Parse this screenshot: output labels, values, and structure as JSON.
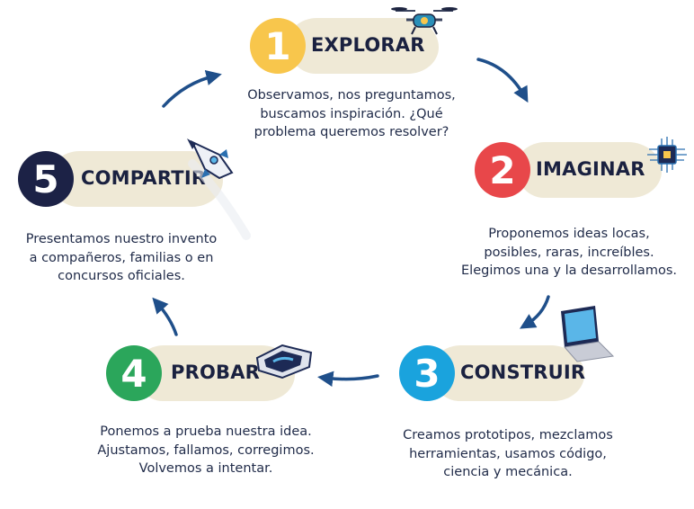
{
  "steps": [
    {
      "number": "1",
      "title": "EXPLORAR",
      "color": "#f8c64c",
      "icon": "drone-icon",
      "lines": [
        "Observamos, nos preguntamos,",
        "buscamos inspiración. ¿Qué",
        "problema queremos resolver?"
      ]
    },
    {
      "number": "2",
      "title": "IMAGINAR",
      "color": "#e8474a",
      "icon": "microchip-icon",
      "lines": [
        "Proponemos ideas locas,",
        "posibles, raras, increíbles.",
        "Elegimos una y la desarrollamos."
      ]
    },
    {
      "number": "3",
      "title": "CONSTRUIR",
      "color": "#1aa3dd",
      "icon": "laptop-icon",
      "lines": [
        "Creamos prototipos, mezclamos",
        "herramientas, usamos código,",
        "ciencia y mecánica."
      ]
    },
    {
      "number": "4",
      "title": "PROBAR",
      "color": "#2ba65b",
      "icon": "vr-headset-icon",
      "lines": [
        "Ponemos a prueba nuestra idea.",
        "Ajustamos, fallamos, corregimos.",
        "Volvemos a intentar."
      ]
    },
    {
      "number": "5",
      "title": "COMPARTIR",
      "color": "#1c2246",
      "icon": "rocket-icon",
      "lines": [
        "Presentamos nuestro invento",
        "a compañeros, familias o en",
        "concursos oficiales."
      ]
    }
  ],
  "arrow_color": "#1f4f8a"
}
